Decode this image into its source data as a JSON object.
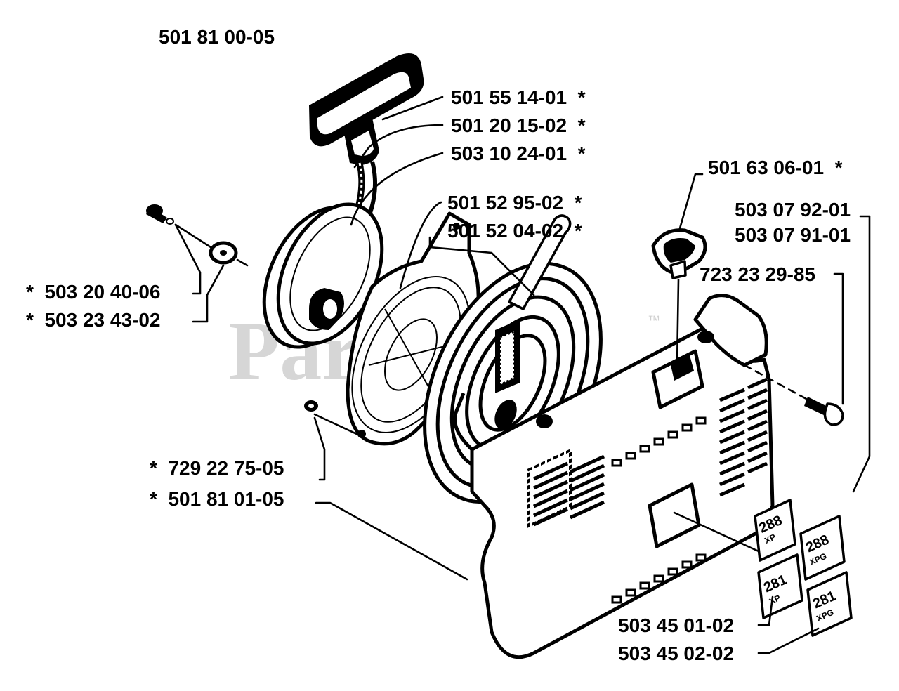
{
  "assembly_number": "501 81 00-05",
  "watermark": {
    "text": "PartsTree",
    "trademark": "™"
  },
  "callouts": [
    {
      "id": "handle",
      "text": "501 55 14-01  *"
    },
    {
      "id": "handle-insert",
      "text": "501 20 15-02  *"
    },
    {
      "id": "starter-cord",
      "text": "503 10 24-01  *"
    },
    {
      "id": "recoil-spring",
      "text": "501 52 95-02  *"
    },
    {
      "id": "spring-cassette",
      "text": "501 52 04-02  *"
    },
    {
      "id": "cord-guide",
      "text": "501 63 06-01  *"
    },
    {
      "id": "decal-a",
      "text": "503 07 92-01"
    },
    {
      "id": "decal-b",
      "text": "503 07 91-01"
    },
    {
      "id": "housing-screw",
      "text": "723 23 29-85"
    },
    {
      "id": "pulley-screw",
      "text": "*  503 20 40-06"
    },
    {
      "id": "washer",
      "text": "*  503 23 43-02"
    },
    {
      "id": "nut",
      "text": "*  729 22 75-05"
    },
    {
      "id": "starter-housing",
      "text": "*  501 81 01-05"
    },
    {
      "id": "decal-c",
      "text": "503 45 01-02"
    },
    {
      "id": "decal-d",
      "text": "503 45 02-02"
    }
  ],
  "decals": [
    {
      "id": "decal-288-xp",
      "model": "288",
      "suffix": "XP"
    },
    {
      "id": "decal-288-xpg",
      "model": "288",
      "suffix": "XPG"
    },
    {
      "id": "decal-281-xp",
      "model": "281",
      "suffix": "XP"
    },
    {
      "id": "decal-281-xpg",
      "model": "281",
      "suffix": "XPG"
    }
  ]
}
